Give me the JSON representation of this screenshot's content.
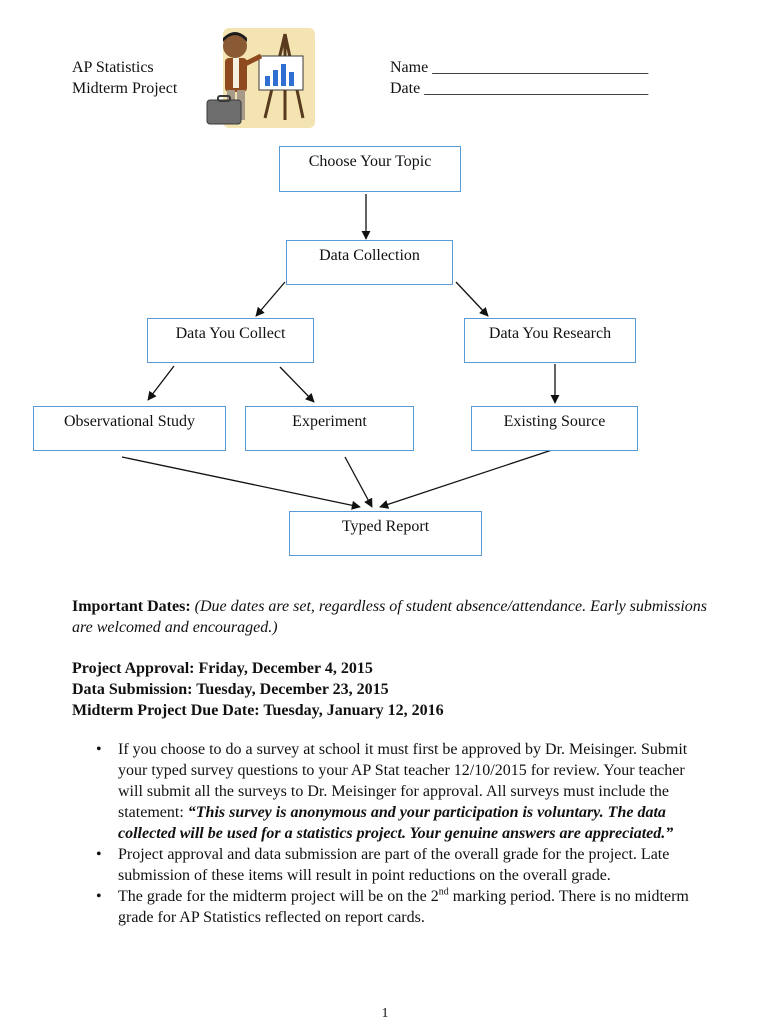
{
  "header": {
    "course": "AP Statistics",
    "project": "Midterm Project",
    "name_label": "Name ___________________________",
    "date_label": "Date ____________________________"
  },
  "flowchart": {
    "topic": "Choose Your Topic",
    "collection": "Data Collection",
    "collect": "Data You Collect",
    "research": "Data You Research",
    "observational": "Observational Study",
    "experiment": "Experiment",
    "existing": "Existing Source",
    "report": "Typed Report"
  },
  "important": {
    "label": "Important Dates:",
    "note": "(Due dates are set, regardless of student absence/attendance. Early submissions are welcomed and encouraged.)"
  },
  "dates": {
    "approval": "Project Approval:  Friday, December 4, 2015",
    "submission": "Data Submission:  Tuesday, December 23, 2015",
    "due": "Midterm Project Due Date:  Tuesday, January 12, 2016"
  },
  "bullets": {
    "b1_text": "If you choose to do a survey at school it must first be approved by Dr. Meisinger. Submit your typed survey questions to your AP Stat teacher 12/10/2015 for review.  Your teacher will submit all the surveys to Dr. Meisinger for approval.  All surveys must include the statement: ",
    "b1_emph": "“This survey is anonymous and your participation is voluntary.  The data collected will be used for a statistics project.  Your genuine answers are appreciated.”",
    "b2": "Project approval and data submission are part of the overall grade for the project. Late submission of these items will result in point reductions on the overall grade.",
    "b3_pre": "The grade for the midterm project will be on the 2",
    "b3_sup": "nd",
    "b3_post": " marking period. There is no midterm grade for AP Statistics reflected on report cards."
  },
  "page_number": "1",
  "colors": {
    "box_border": "#5b9bd5"
  },
  "icons": {
    "clipart": "teacher-presenting-chart-icon",
    "bullet": "•"
  }
}
